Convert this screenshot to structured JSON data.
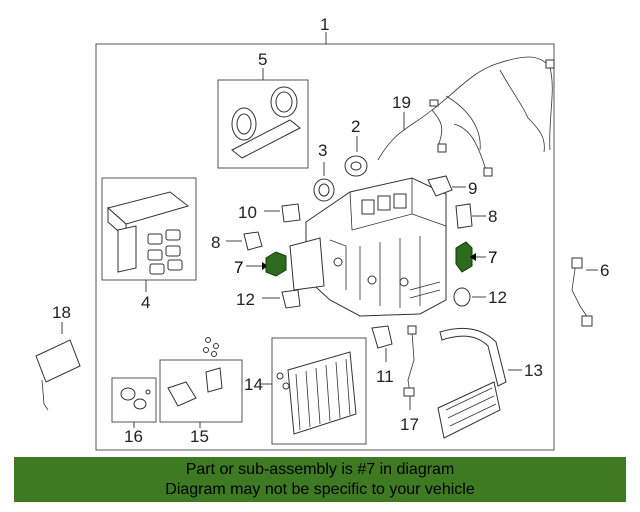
{
  "callouts": {
    "c1": "1",
    "c2": "2",
    "c3": "3",
    "c4": "4",
    "c5": "5",
    "c6": "6",
    "c7a": "7",
    "c7b": "7",
    "c8a": "8",
    "c8b": "8",
    "c9": "9",
    "c10": "10",
    "c11": "11",
    "c12a": "12",
    "c12b": "12",
    "c13": "13",
    "c14": "14",
    "c15": "15",
    "c16": "16",
    "c17": "17",
    "c18": "18",
    "c19": "19"
  },
  "highlight_part": "7",
  "colors": {
    "highlight": "#2f6b1f",
    "banner": "#3d7a22",
    "line": "#444444"
  },
  "banner": {
    "line1": "Part or sub-assembly is #7 in diagram",
    "line2": "Diagram may not be specific to your vehicle"
  }
}
